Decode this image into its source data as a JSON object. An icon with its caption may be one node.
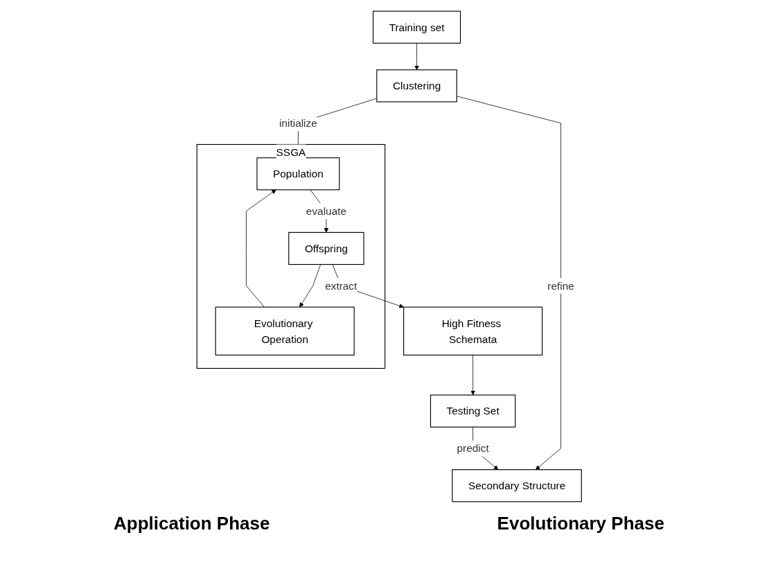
{
  "diagram": {
    "nodes": [
      {
        "text": [
          "Training set"
        ]
      },
      {
        "text": [
          "Clustering"
        ]
      },
      {
        "text": [
          "SSGA"
        ]
      },
      {
        "text": [
          "Population"
        ],
        "in": 2
      },
      {
        "text": [
          "Offspring"
        ],
        "in": 2
      },
      {
        "text": [
          "Evolutionary Operation"
        ],
        "in": 2
      },
      {
        "text": [
          "Testing Set"
        ]
      },
      {
        "text": [
          "High Fitness Schemata"
        ]
      },
      {
        "text": [
          "Secondary Structure"
        ]
      }
    ],
    "edges": [
      {
        "from": 0,
        "to": 1,
        "arrow": "to"
      },
      {
        "from": 1,
        "to": 3,
        "arrow": "to",
        "label": "initialize"
      },
      {
        "from": 3,
        "to": 4,
        "arrow": "to",
        "label": "evaluate"
      },
      {
        "from": 4,
        "to": 5,
        "arrow": "to"
      },
      {
        "from": 5,
        "to": 3,
        "arrow": "to"
      },
      {
        "from": 4,
        "to": 7,
        "arrow": "to",
        "label": "extract"
      },
      {
        "from": 7,
        "to": 6,
        "arrow": "to"
      },
      {
        "from": 1,
        "to": 8,
        "arrow": "to",
        "label": "refine"
      },
      {
        "from": 6,
        "to": 8,
        "arrow": "to",
        "label": "predict"
      }
    ],
    "labels": [
      "Application Phase",
      "Evolutionary Phase"
    ]
  }
}
